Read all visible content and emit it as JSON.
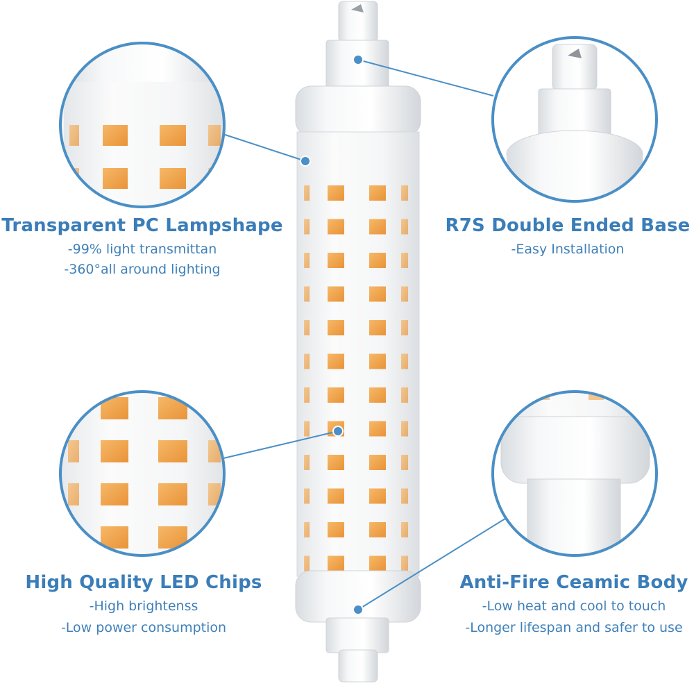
{
  "features": [
    {
      "id": "lampshade",
      "title": "Transparent PC Lampshape",
      "lines": [
        "-99% light transmittan",
        "-360°all around lighting"
      ]
    },
    {
      "id": "base",
      "title": "R7S Double Ended Base",
      "lines": [
        "-Easy Installation"
      ]
    },
    {
      "id": "chips",
      "title": "High Quality LED Chips",
      "lines": [
        "-High brightenss",
        "-Low power consumption"
      ]
    },
    {
      "id": "body",
      "title": "Anti-Fire Ceamic Body",
      "lines": [
        "-Low heat and cool to touch",
        "-Longer lifespan and safer to use"
      ]
    }
  ],
  "colors": {
    "accent": "#3a7db8",
    "callout_ring": "#4a8fc6",
    "led_chip": "#f0a24a",
    "ceramic": "#eef1f4"
  }
}
